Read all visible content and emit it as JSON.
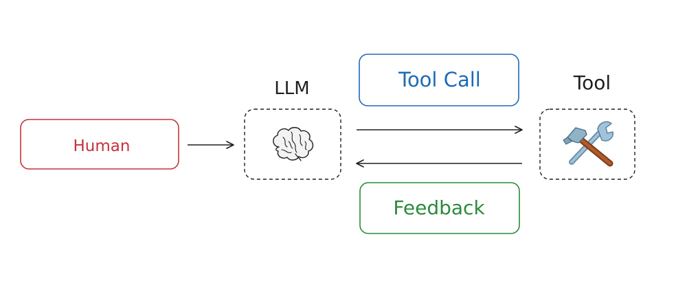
{
  "human": {
    "label": "Human",
    "color": "#c9303a"
  },
  "llm": {
    "label": "LLM",
    "icon": "brain-icon"
  },
  "tool": {
    "label": "Tool",
    "icon": "hammer-and-wrench-icon"
  },
  "tool_call": {
    "label": "Tool Call",
    "color": "#1c6bb5"
  },
  "feedback": {
    "label": "Feedback",
    "color": "#2a8a3a"
  }
}
